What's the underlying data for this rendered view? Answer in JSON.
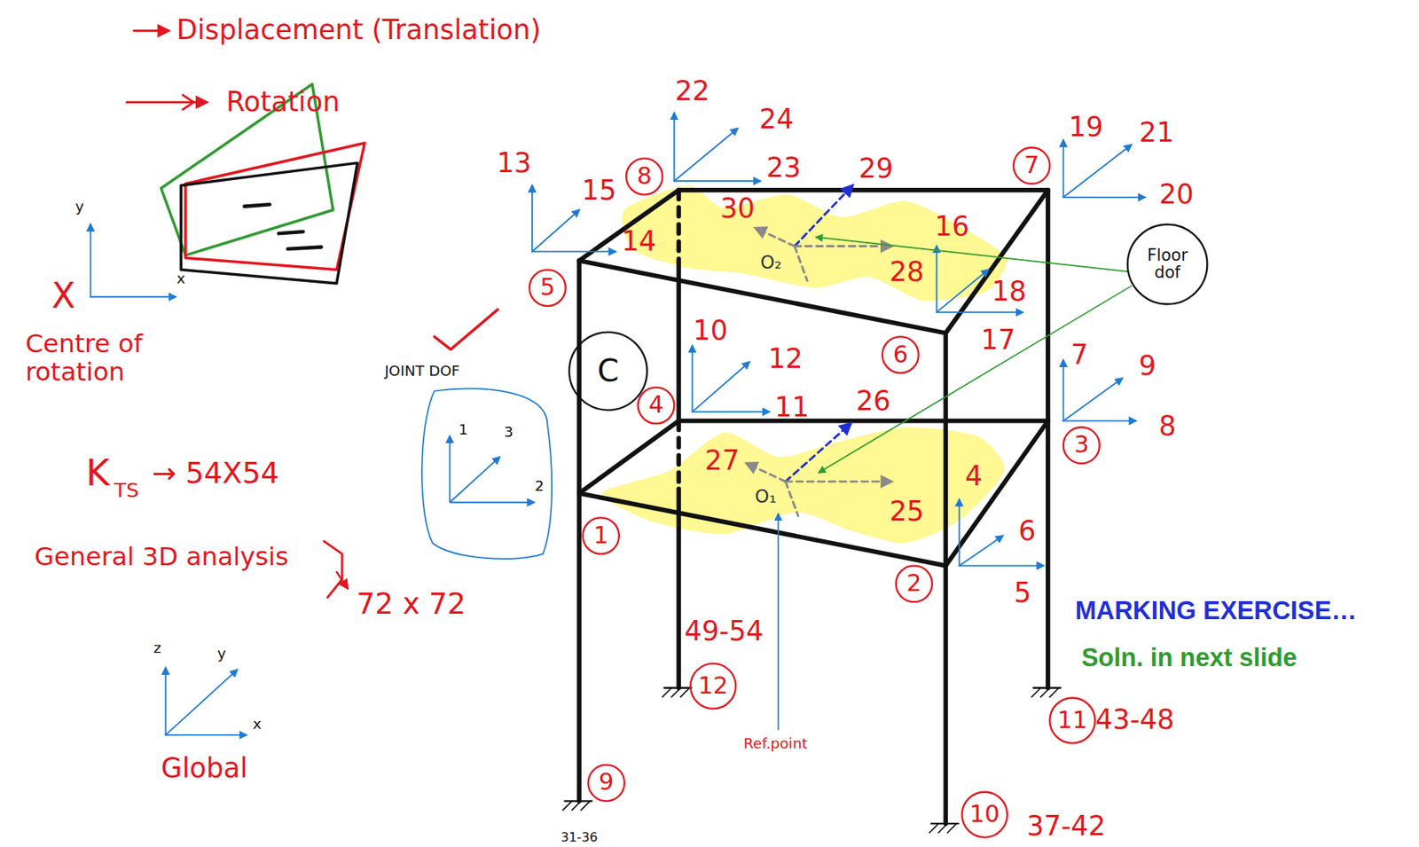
{
  "diagram": {
    "nodes": [
      {
        "text": [
          "7"
        ]
      },
      {
        "text": [
          "8"
        ]
      },
      {
        "text": [
          "Floor dof"
        ]
      },
      {
        "text": [
          "5"
        ]
      },
      {
        "text": [
          "6"
        ]
      },
      {
        "text": [
          "C"
        ]
      },
      {
        "text": [
          "JOINT DOF",
          "1",
          "3",
          "2"
        ]
      },
      {
        "text": [
          "4"
        ]
      },
      {
        "text": [
          "3"
        ]
      },
      {
        "text": [
          "1"
        ]
      },
      {
        "text": [
          "2"
        ]
      },
      {
        "text": [
          "12"
        ]
      },
      {
        "text": [
          "11"
        ]
      },
      {
        "text": [
          "9"
        ]
      },
      {
        "text": [
          "10"
        ]
      }
    ],
    "labels": [
      "Displacement (Translation)",
      "Rotation",
      "y",
      "x",
      "X",
      "Centre of rotation",
      "K",
      "TS",
      "→ 54X54",
      "General 3D analysis",
      "72 x 72",
      "z",
      "y",
      "x",
      "Global",
      "4",
      "5",
      "6",
      "7",
      "8",
      "9",
      "10",
      "11",
      "12",
      "13",
      "14",
      "15",
      "16",
      "17",
      "18",
      "19",
      "20",
      "21",
      "22",
      "23",
      "24",
      "25",
      "26",
      "27",
      "28",
      "29",
      "30",
      "31-36",
      "37-42",
      "43-48",
      "49-54",
      "O₁",
      "O₂",
      "Ref.point",
      "MARKING EXERCISE…",
      "Soln. in next slide"
    ]
  }
}
